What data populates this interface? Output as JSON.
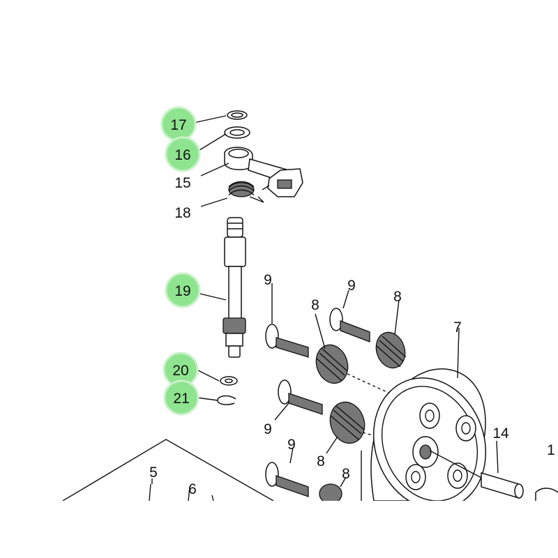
{
  "diagram": {
    "highlight_color": "#8fe48f",
    "callouts": [
      {
        "id": "c17",
        "label": "17",
        "highlighted": true
      },
      {
        "id": "c16",
        "label": "16",
        "highlighted": true
      },
      {
        "id": "c15",
        "label": "15",
        "highlighted": false
      },
      {
        "id": "c18",
        "label": "18",
        "highlighted": false
      },
      {
        "id": "c19",
        "label": "19",
        "highlighted": true
      },
      {
        "id": "c20",
        "label": "20",
        "highlighted": true
      },
      {
        "id": "c21",
        "label": "21",
        "highlighted": true
      },
      {
        "id": "c9a",
        "label": "9",
        "highlighted": false
      },
      {
        "id": "c9b",
        "label": "9",
        "highlighted": false
      },
      {
        "id": "c9c",
        "label": "9",
        "highlighted": false
      },
      {
        "id": "c9d",
        "label": "9",
        "highlighted": false
      },
      {
        "id": "c8a",
        "label": "8",
        "highlighted": false
      },
      {
        "id": "c8b",
        "label": "8",
        "highlighted": false
      },
      {
        "id": "c8c",
        "label": "8",
        "highlighted": false
      },
      {
        "id": "c8d",
        "label": "8",
        "highlighted": false
      },
      {
        "id": "c7",
        "label": "7",
        "highlighted": false
      },
      {
        "id": "c14",
        "label": "14",
        "highlighted": false
      },
      {
        "id": "c1",
        "label": "1",
        "highlighted": false
      },
      {
        "id": "c5",
        "label": "5",
        "highlighted": false
      },
      {
        "id": "c6",
        "label": "6",
        "highlighted": false
      }
    ]
  }
}
